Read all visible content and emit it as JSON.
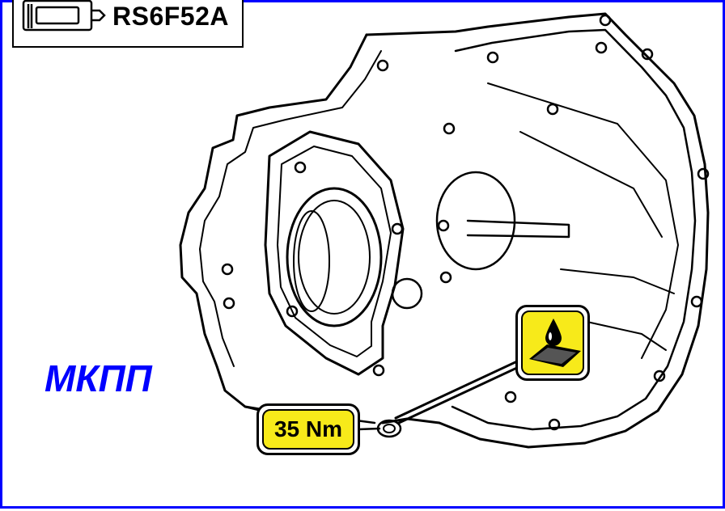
{
  "header": {
    "model_code": "RS6F52A"
  },
  "labels": {
    "transmission": "МКПП",
    "torque": "35 Nm"
  },
  "colors": {
    "frame_border": "#0000ff",
    "label_text": "#0000ff",
    "badge_fill": "#f7ea1a",
    "line": "#000000"
  },
  "icons": {
    "header_icon": "transmission-icon",
    "sealant_icon": "sealant-drop-icon"
  }
}
